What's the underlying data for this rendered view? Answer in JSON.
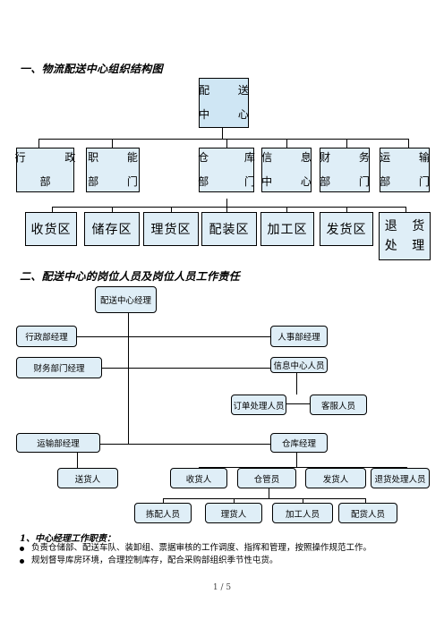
{
  "section1": {
    "heading": "一、物流配送中心组织结构图"
  },
  "chart1": {
    "root": "配 送\n中 心",
    "departments": [
      "行 政\n部",
      "职 能\n部 门",
      "仓 库\n部 门",
      "信 息\n中 心",
      "财 务\n部 门",
      "运 输\n部 门"
    ],
    "zones": [
      "收货区",
      "储存区",
      "理货区",
      "配装区",
      "加工区",
      "发货区",
      "退 货\n处 理"
    ]
  },
  "section2": {
    "heading": "二、配送中心的岗位人员及岗位人员工作责任"
  },
  "chart2": {
    "top": "配送中心经理",
    "admin_manager": "行政部经理",
    "hr_manager": "人事部经理",
    "finance_manager": "财务部门经理",
    "info_staff": "信息中心人员",
    "order_staff": "订单处理人员",
    "customer_service": "客服人员",
    "transport_manager": "运输部经理",
    "warehouse_manager": "仓库经理",
    "delivery_person": "送货人",
    "receiver": "收货人",
    "keeper": "仓管员",
    "shipper": "发货人",
    "returns_staff": "退货处理人员",
    "picker": "拣配人员",
    "sorter": "理货人",
    "processor": "加工人员",
    "packer": "配货人员"
  },
  "section3": {
    "heading": "1、中心经理工作职责：",
    "bullets": [
      "负责仓储部、配送车队、装卸组、票据审核的工作调度、指挥和管理，按照操作规范工作。",
      "规划督导库房环境，合理控制库存，配合采购部组织季节性屯货。"
    ]
  },
  "footer": {
    "page": "1 / 5"
  }
}
